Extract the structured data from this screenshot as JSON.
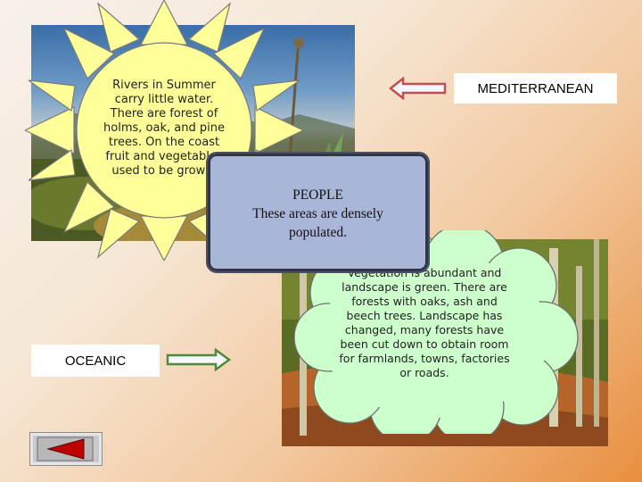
{
  "labels": {
    "mediterranean": "MEDITERRANEAN",
    "oceanic": "OCEANIC"
  },
  "sun_text": "Rivers in Summer carry little water. There are forest of holms, oak, and pine trees. On the coast fruit and vegetables used to be grown.",
  "people": {
    "title": "PEOPLE",
    "body": "These areas are densely populated."
  },
  "cloud_text": "Vegetation is abundant and landscape is green. There are forests with oaks, ash and beech trees. Landscape has changed, many forests have been cut down to obtain room for farmlands, towns,  factories or roads.",
  "colors": {
    "sun_fill": "#ffff99",
    "cloud_fill": "#ccffcc",
    "arrow_med": "#c0504d",
    "arrow_oce": "#4f8a3a",
    "back_button": "#c00000"
  },
  "icons": {
    "back": "back-triangle-icon"
  }
}
